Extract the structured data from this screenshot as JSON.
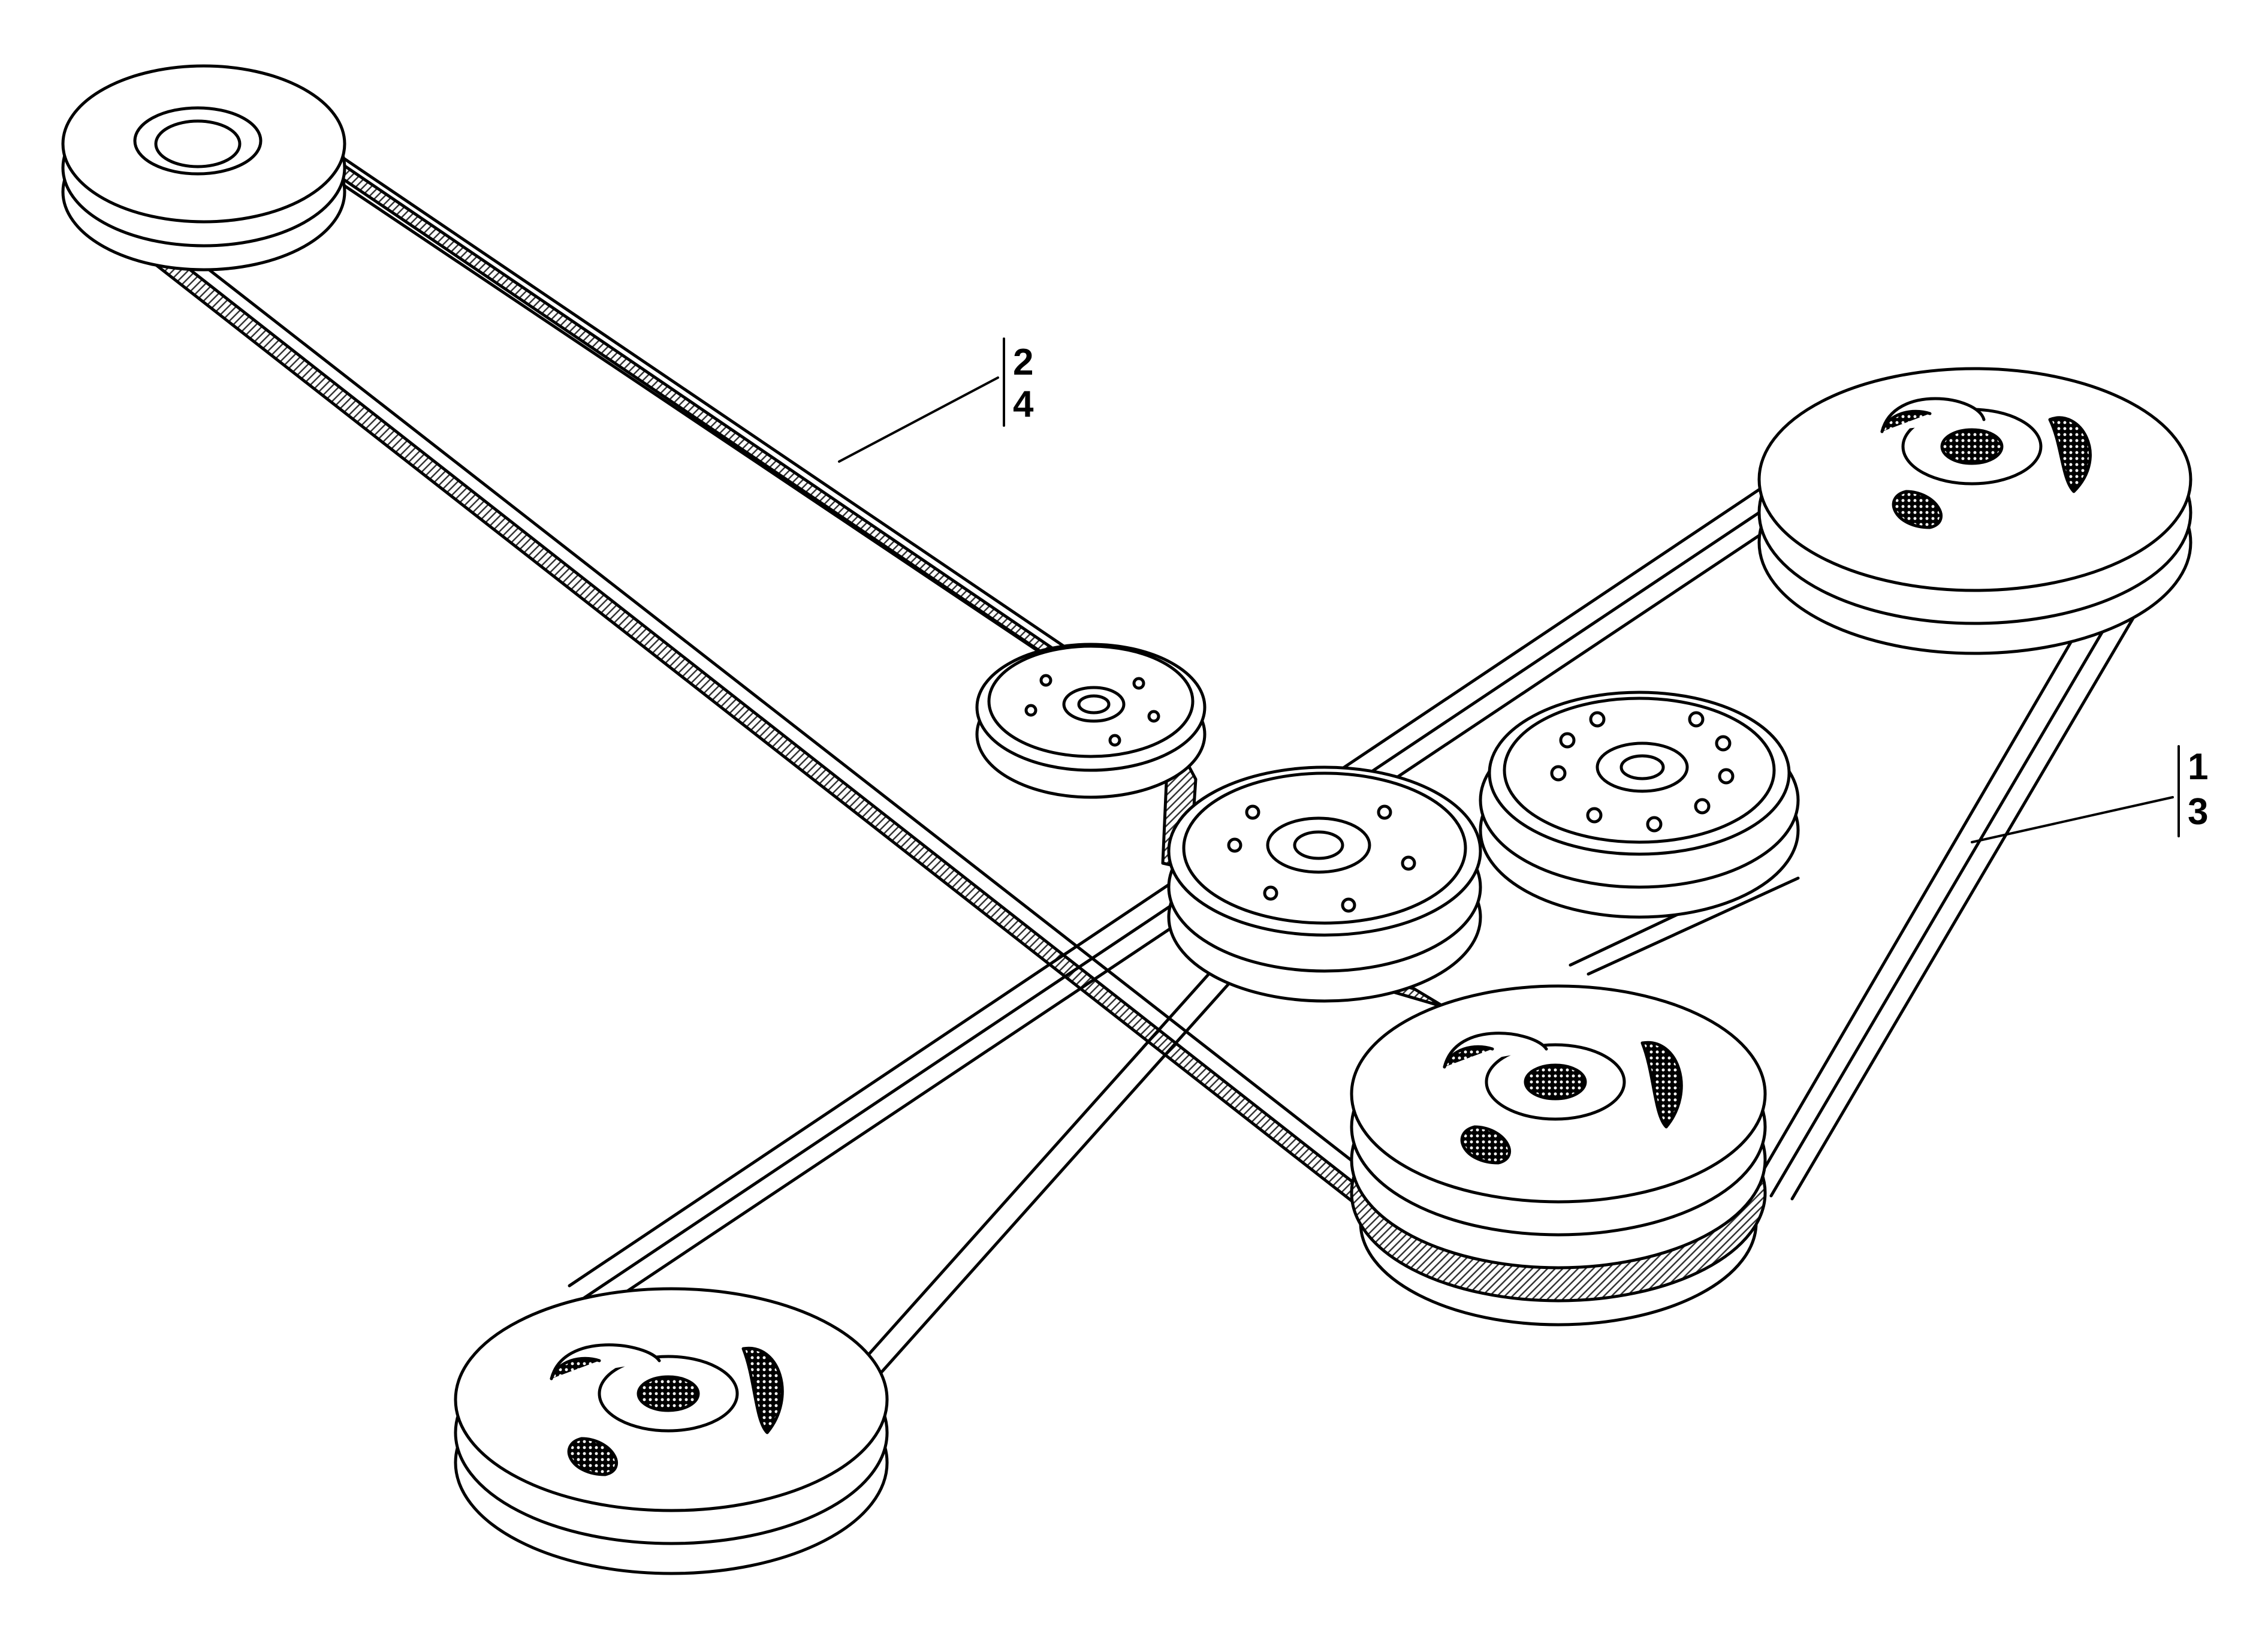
{
  "callouts": {
    "upper": {
      "top": "2",
      "bottom": "4"
    },
    "right": {
      "top": "1",
      "bottom": "3"
    }
  },
  "colors": {
    "ink": "#000000",
    "paper": "#ffffff",
    "belt_hatch": "#555555"
  }
}
